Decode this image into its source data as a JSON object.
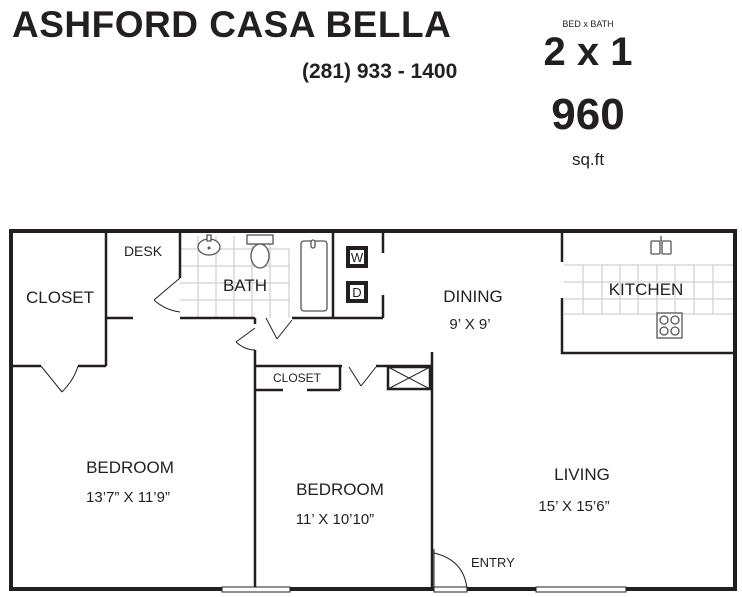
{
  "header": {
    "property_name": "ASHFORD CASA BELLA",
    "phone": "(281) 933 - 1400",
    "bed_bath_label": "BED x BATH",
    "bed_bath": "2 x 1",
    "square_feet": "960",
    "square_feet_unit": "sq.ft"
  },
  "rooms": {
    "closet_main": "CLOSET",
    "desk": "DESK",
    "bath": "BATH",
    "washer": "W",
    "dryer": "D",
    "dining": "DINING",
    "dining_size": "9’ X 9’",
    "kitchen": "KITCHEN",
    "closet_small": "CLOSET",
    "bedroom1": "BEDROOM",
    "bedroom1_size": "13’7” X 11’9”",
    "bedroom2": "BEDROOM",
    "bedroom2_size": "11’ X 10’10”",
    "living": "LIVING",
    "living_size": "15’ X 15’6”",
    "entry": "ENTRY"
  }
}
